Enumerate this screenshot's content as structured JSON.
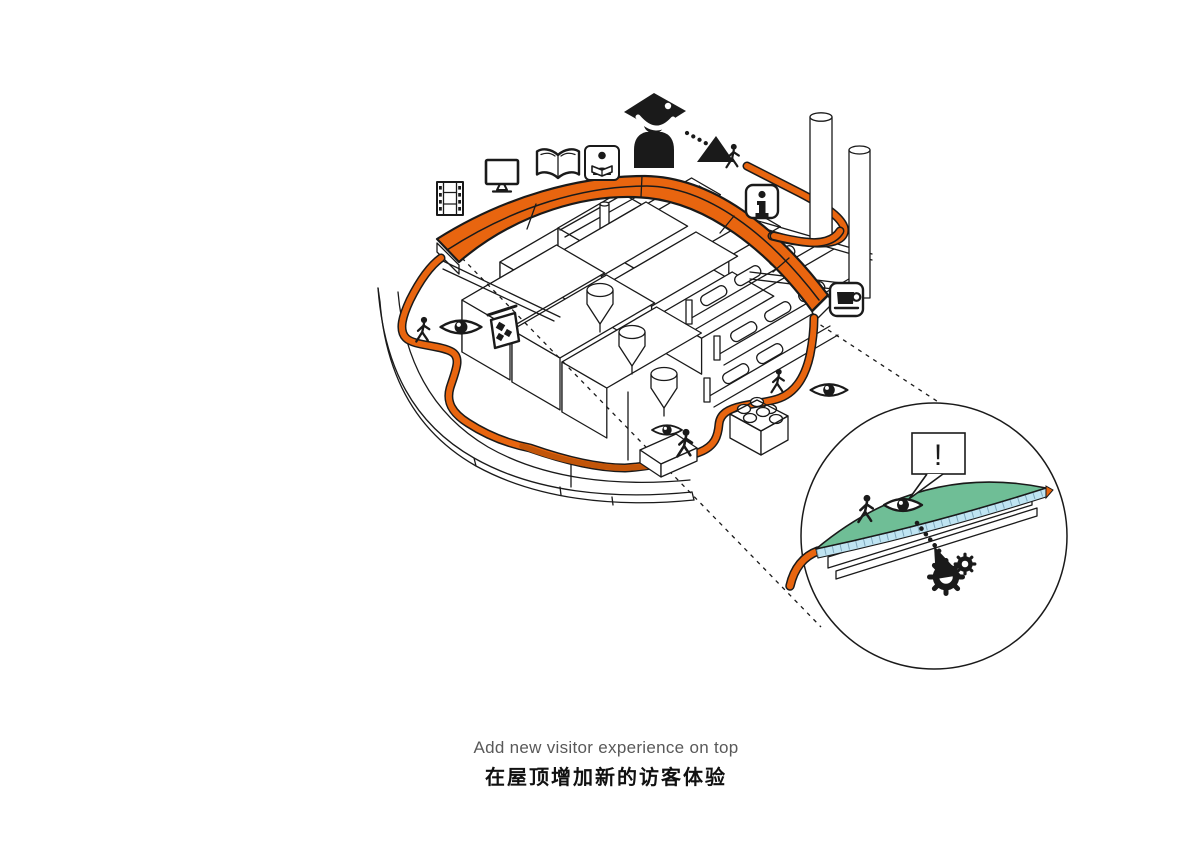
{
  "caption": {
    "en": "Add new visitor experience on top",
    "zh": "在屋顶增加新的访客体验"
  },
  "detail_callout": {
    "alert": "!"
  },
  "colors": {
    "orange": "#E8650F",
    "orange_dark": "#C25509",
    "green": "#6FBE96",
    "blue": "#BFE4F2",
    "blue_tick": "#7FA8BC",
    "ink": "#1A1A1A",
    "caption_gray": "#595959"
  },
  "icons": {
    "top_row": [
      "film-strip-icon",
      "monitor-icon",
      "open-book-icon",
      "reading-person-icon",
      "graduate-icon",
      "dotted-arrow",
      "triangle-arrow-icon",
      "walking-person-icon",
      "info-icon"
    ],
    "around_building": [
      "coffee-icon",
      "eye-icon",
      "walking-person-icon",
      "crate-of-barrels-icon",
      "waste-items-icon"
    ],
    "detail_circle": [
      "exclamation-callout",
      "eye-icon",
      "walking-person-icon",
      "dotted-arrow",
      "gears-icon"
    ]
  }
}
